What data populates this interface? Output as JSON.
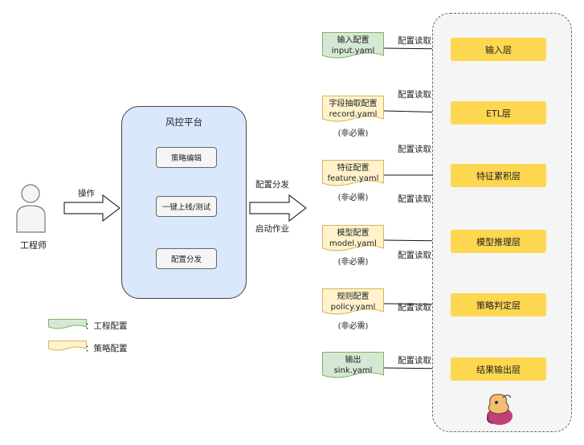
{
  "actor": {
    "label": "工程师",
    "action": "操作"
  },
  "platform": {
    "title": "风控平台",
    "steps": [
      "策略编辑",
      "一键上线/测试",
      "配置分发"
    ]
  },
  "dispatch": {
    "top": "配置分发",
    "bottom": "启动作业"
  },
  "legend": [
    {
      "label": "：工程配置",
      "color": "#d5e8d4"
    },
    {
      "label": "：策略配置",
      "color": "#fff2cc"
    }
  ],
  "configs": [
    {
      "name": "输入配置",
      "file": "input.yaml",
      "optional": "",
      "type": "engineering",
      "edge": "配置读取"
    },
    {
      "name": "字段抽取配置",
      "file": "record.yaml",
      "optional": "(非必需)",
      "type": "engineering",
      "edge": "配置读取"
    },
    {
      "name": "特征配置",
      "file": "feature.yaml",
      "optional": "(非必需)",
      "type": "strategy",
      "edge": "配置读取"
    },
    {
      "name": "模型配置",
      "file": "model.yaml",
      "optional": "(非必需)",
      "type": "strategy",
      "edge": "配置读取"
    },
    {
      "name": "规则配置",
      "file": "policy.yaml",
      "optional": "(非必需)",
      "type": "strategy",
      "edge": "配置读取"
    },
    {
      "name": "输出",
      "file": "sink.yaml",
      "optional": "",
      "type": "engineering",
      "edge": "配置读取"
    }
  ],
  "layers": [
    "输入层",
    "ETL层",
    "特征累积层",
    "模型推理层",
    "策略判定层",
    "结果输出层"
  ],
  "colors": {
    "engineering": "#d5e8d4",
    "strategy": "#fff2cc",
    "layer": "#fdd750",
    "platform": "#dae8fc"
  }
}
